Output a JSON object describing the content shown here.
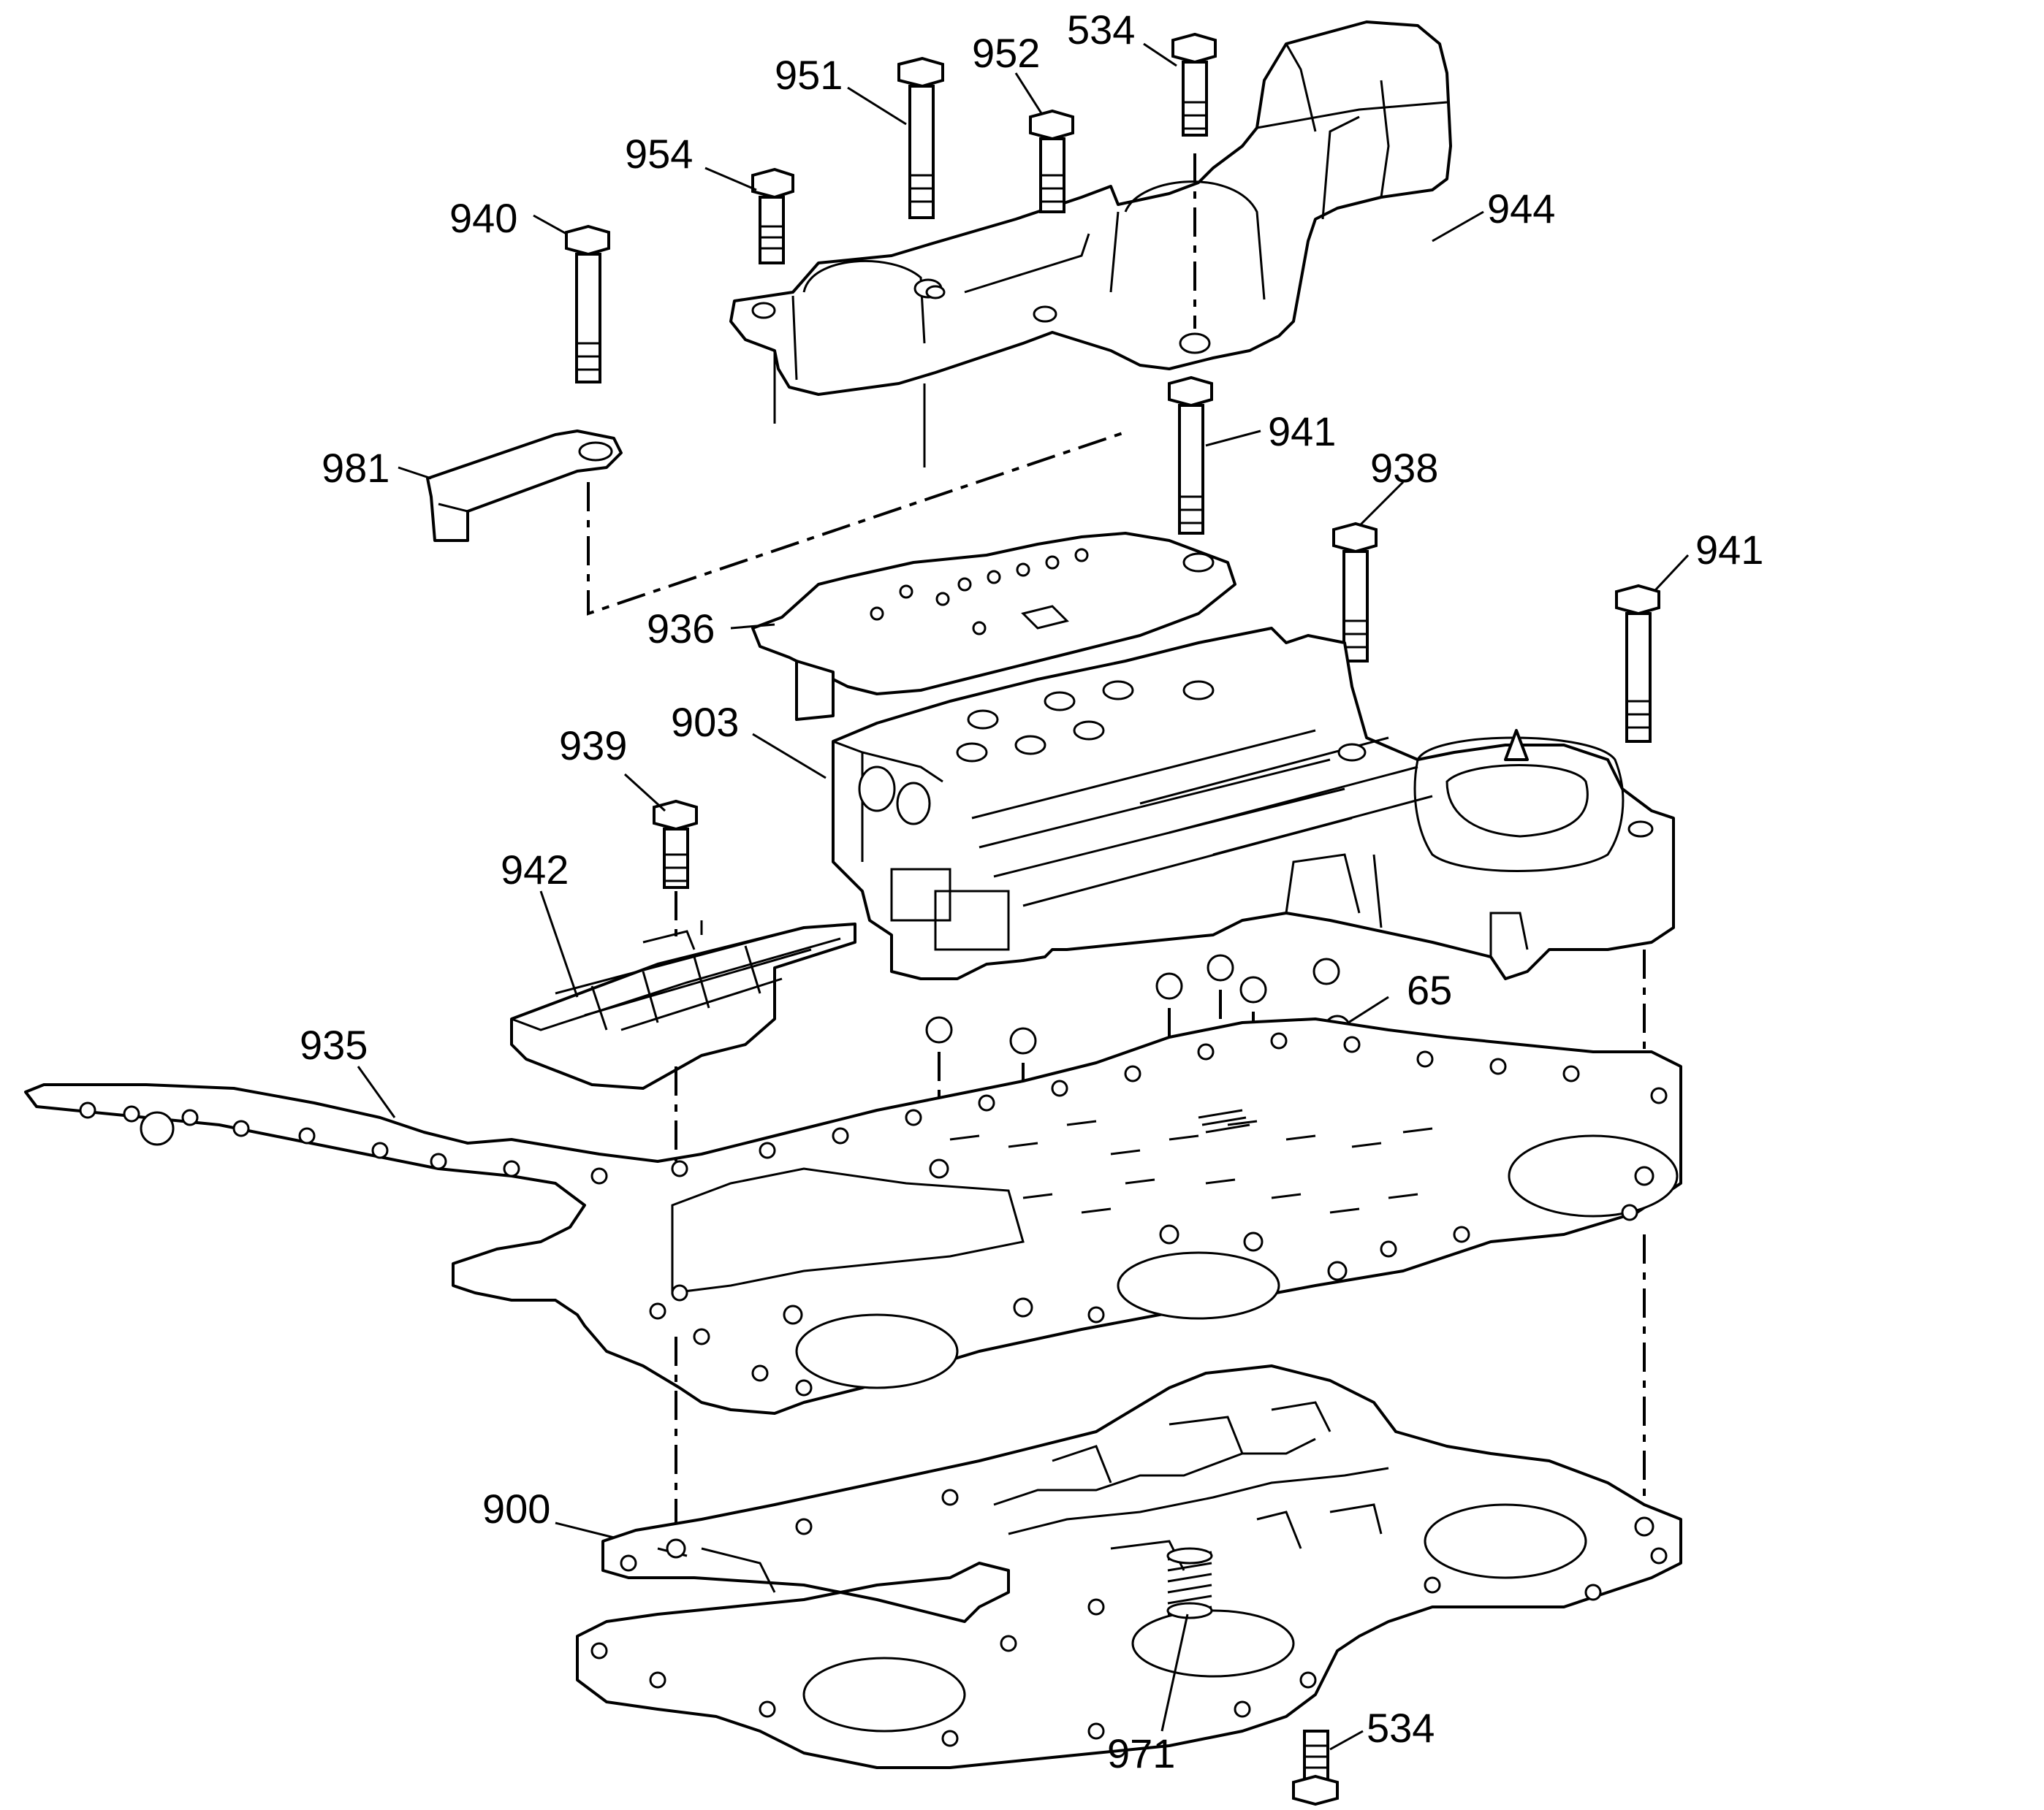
{
  "diagram": {
    "callouts": [
      {
        "id": "c-951",
        "text": "951"
      },
      {
        "id": "c-952",
        "text": "952"
      },
      {
        "id": "c-534-top",
        "text": "534"
      },
      {
        "id": "c-954",
        "text": "954"
      },
      {
        "id": "c-940",
        "text": "940"
      },
      {
        "id": "c-944",
        "text": "944"
      },
      {
        "id": "c-981",
        "text": "981"
      },
      {
        "id": "c-941-a",
        "text": "941"
      },
      {
        "id": "c-938",
        "text": "938"
      },
      {
        "id": "c-941-b",
        "text": "941"
      },
      {
        "id": "c-936",
        "text": "936"
      },
      {
        "id": "c-903",
        "text": "903"
      },
      {
        "id": "c-939",
        "text": "939"
      },
      {
        "id": "c-942",
        "text": "942"
      },
      {
        "id": "c-65",
        "text": "65"
      },
      {
        "id": "c-935",
        "text": "935"
      },
      {
        "id": "c-900",
        "text": "900"
      },
      {
        "id": "c-534-bottom",
        "text": "534"
      },
      {
        "id": "c-971",
        "text": "971"
      }
    ]
  }
}
